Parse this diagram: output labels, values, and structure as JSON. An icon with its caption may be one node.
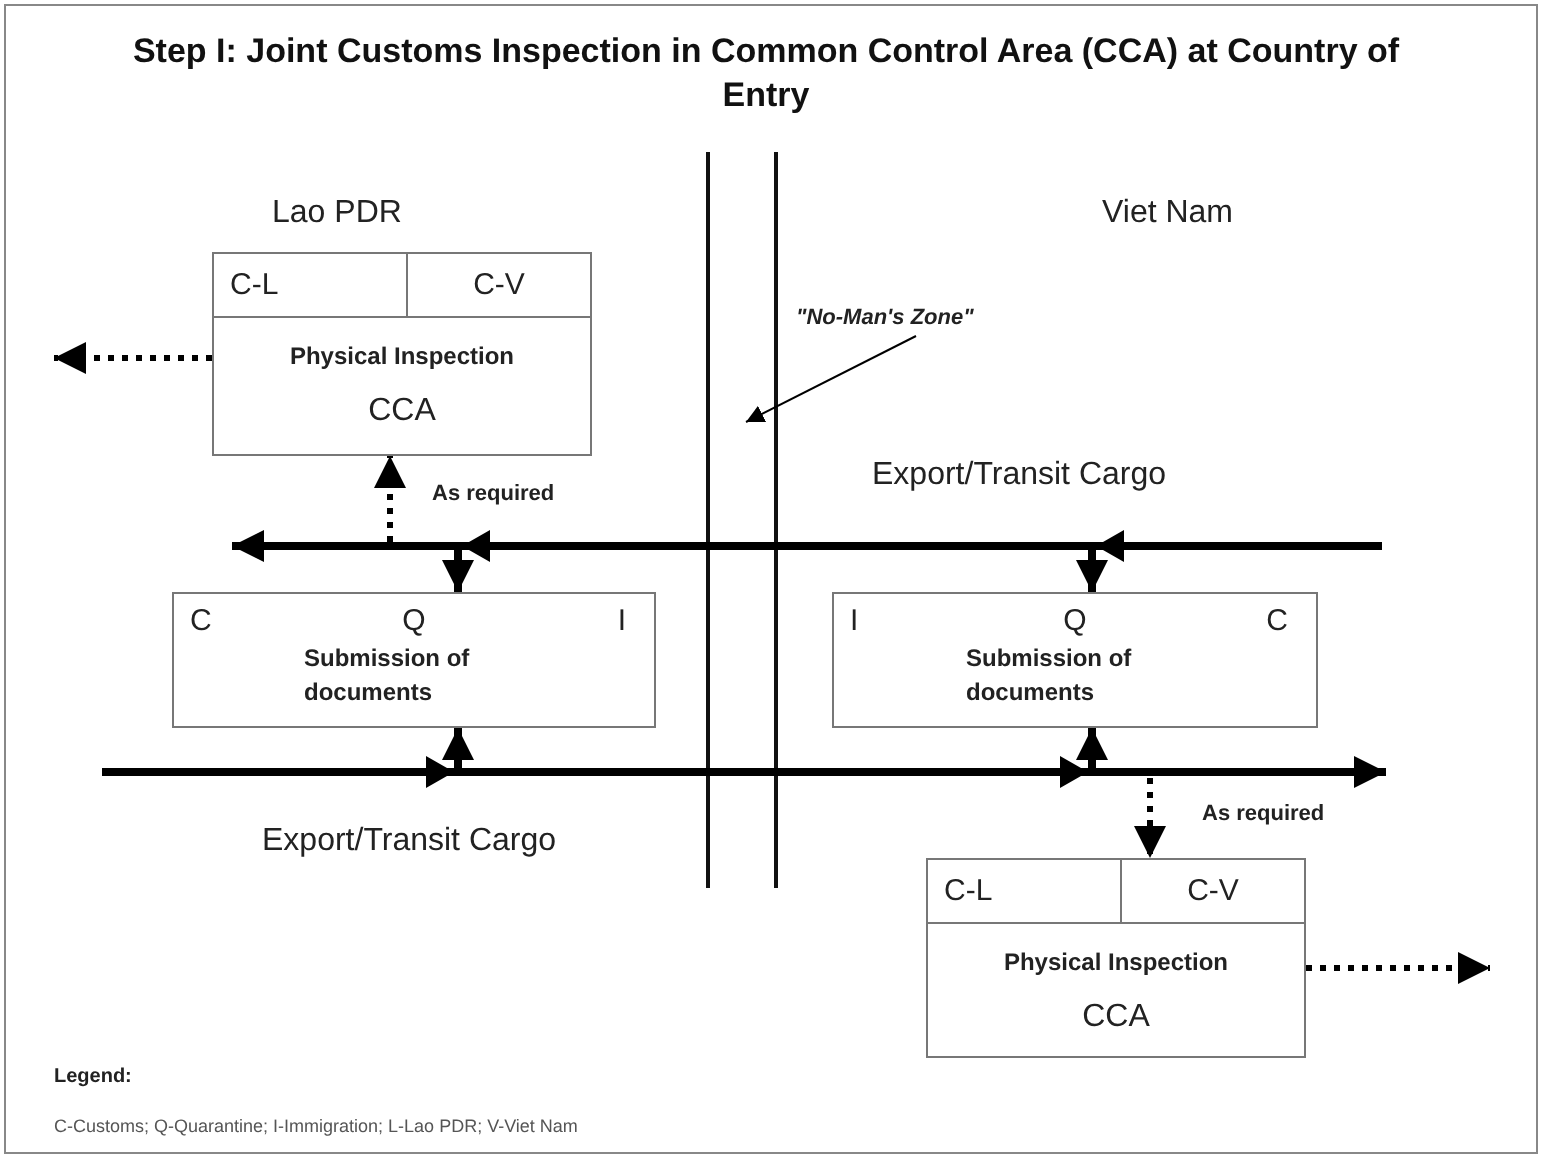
{
  "diagram": {
    "title": "Step I: Joint Customs Inspection in Common Control Area (CCA) at Country of Entry",
    "nodes": [
      {
        "text": [
          "C-L",
          "C-V",
          "Physical Inspection",
          "CCA"
        ]
      },
      {
        "text": [
          "C",
          "Q",
          "I",
          "Submission of documents"
        ]
      },
      {
        "text": [
          "I",
          "Q",
          "C",
          "Submission of documents"
        ]
      },
      {
        "text": [
          "C-L",
          "C-V",
          "Physical Inspection",
          "CCA"
        ]
      },
      {
        "text": [
          "\"No-Man's Zone\""
        ]
      }
    ],
    "edges": [
      {
        "from": null,
        "to": 2,
        "arrow": "to"
      },
      {
        "from": 2,
        "to": 1,
        "arrow": "to"
      },
      {
        "from": 1,
        "to": null,
        "arrow": "to"
      },
      {
        "from": null,
        "to": 1,
        "arrow": "to"
      },
      {
        "from": 1,
        "to": 2,
        "arrow": "to"
      },
      {
        "from": 2,
        "to": null,
        "arrow": "to"
      },
      {
        "from": null,
        "to": 0,
        "arrow": "to",
        "style": "dashed",
        "label": "As required"
      },
      {
        "from": null,
        "to": 3,
        "arrow": "to",
        "style": "dashed",
        "label": "As required"
      },
      {
        "from": 0,
        "to": null,
        "arrow": "to",
        "style": "dashed"
      },
      {
        "from": 3,
        "to": null,
        "arrow": "to",
        "style": "dashed"
      },
      {
        "from": 4,
        "to": null,
        "arrow": "to"
      }
    ],
    "labels": [
      "Lao PDR",
      "Viet Nam",
      "Export/Transit Cargo",
      "Export/Transit Cargo",
      "Legend:",
      "C-Customs; Q-Quarantine; I-Immigration; L-Lao PDR; V-Viet Nam"
    ]
  }
}
